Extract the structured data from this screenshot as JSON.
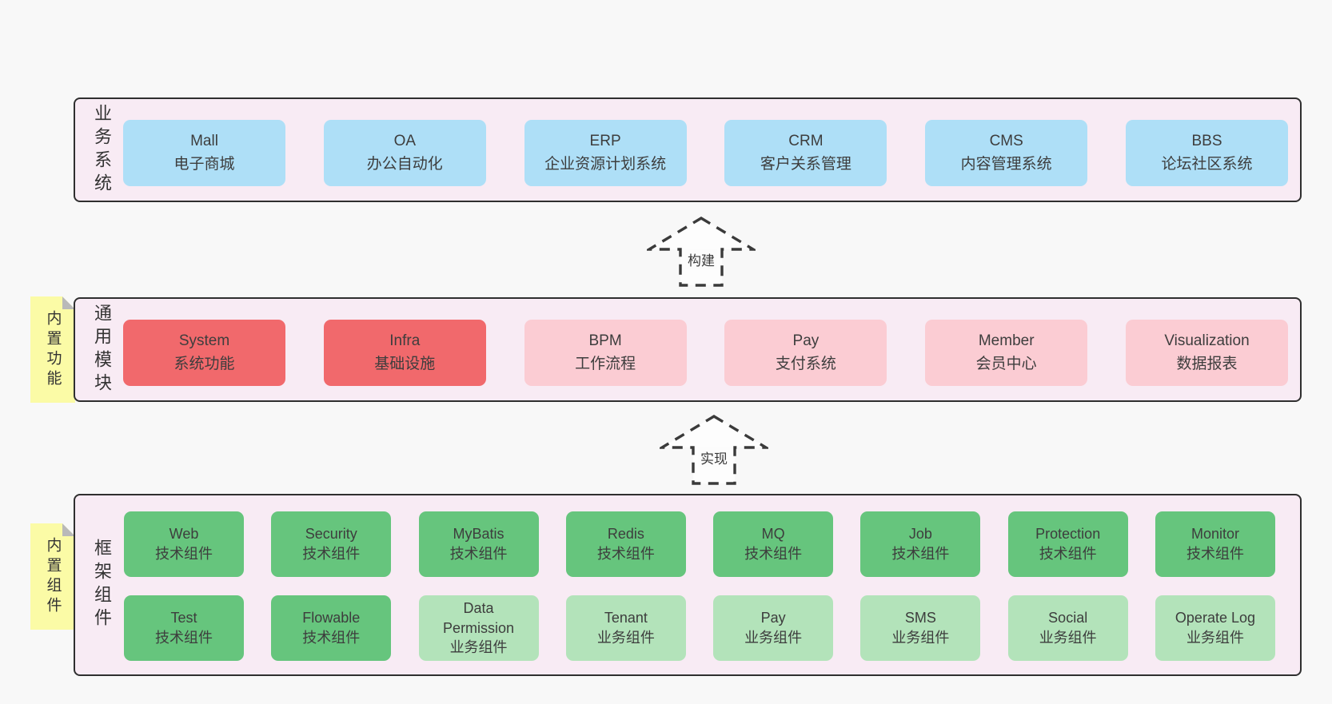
{
  "colors": {
    "page_bg": "#f8f8f8",
    "band_bg": "#f8ebf4",
    "band_border": "#2f2f2f",
    "blue_box": "#aedff7",
    "red_box": "#f1696c",
    "pink_box": "#fbccd3",
    "green_box": "#66c57d",
    "green_light_box": "#b3e3ba",
    "sticky_yellow": "#fbfba6",
    "text": "#3d3d3d"
  },
  "band1": {
    "label": "业务系统",
    "boxes": [
      {
        "title": "Mall",
        "subtitle": "电子商城",
        "variant": "blue"
      },
      {
        "title": "OA",
        "subtitle": "办公自动化",
        "variant": "blue"
      },
      {
        "title": "ERP",
        "subtitle": "企业资源计划系统",
        "variant": "blue"
      },
      {
        "title": "CRM",
        "subtitle": "客户关系管理",
        "variant": "blue"
      },
      {
        "title": "CMS",
        "subtitle": "内容管理系统",
        "variant": "blue"
      },
      {
        "title": "BBS",
        "subtitle": "论坛社区系统",
        "variant": "blue"
      }
    ]
  },
  "arrow1": {
    "label": "构建"
  },
  "band2": {
    "label": "通用模块",
    "sticky": "内置功能",
    "boxes": [
      {
        "title": "System",
        "subtitle": "系统功能",
        "variant": "red"
      },
      {
        "title": "Infra",
        "subtitle": "基础设施",
        "variant": "red"
      },
      {
        "title": "BPM",
        "subtitle": "工作流程",
        "variant": "pink"
      },
      {
        "title": "Pay",
        "subtitle": "支付系统",
        "variant": "pink"
      },
      {
        "title": "Member",
        "subtitle": "会员中心",
        "variant": "pink"
      },
      {
        "title": "Visualization",
        "subtitle": "数据报表",
        "variant": "pink"
      }
    ]
  },
  "arrow2": {
    "label": "实现"
  },
  "band3": {
    "label": "框架组件",
    "sticky": "内置组件",
    "row1": [
      {
        "title": "Web",
        "subtitle": "技术组件",
        "variant": "green"
      },
      {
        "title": "Security",
        "subtitle": "技术组件",
        "variant": "green"
      },
      {
        "title": "MyBatis",
        "subtitle": "技术组件",
        "variant": "green"
      },
      {
        "title": "Redis",
        "subtitle": "技术组件",
        "variant": "green"
      },
      {
        "title": "MQ",
        "subtitle": "技术组件",
        "variant": "green"
      },
      {
        "title": "Job",
        "subtitle": "技术组件",
        "variant": "green"
      },
      {
        "title": "Protection",
        "subtitle": "技术组件",
        "variant": "green"
      },
      {
        "title": "Monitor",
        "subtitle": "技术组件",
        "variant": "green"
      }
    ],
    "row2": [
      {
        "title": "Test",
        "subtitle": "技术组件",
        "variant": "green"
      },
      {
        "title": "Flowable",
        "subtitle": "技术组件",
        "variant": "green"
      },
      {
        "title": "Data Permission",
        "subtitle": "业务组件",
        "variant": "greenlight"
      },
      {
        "title": "Tenant",
        "subtitle": "业务组件",
        "variant": "greenlight"
      },
      {
        "title": "Pay",
        "subtitle": "业务组件",
        "variant": "greenlight"
      },
      {
        "title": "SMS",
        "subtitle": "业务组件",
        "variant": "greenlight"
      },
      {
        "title": "Social",
        "subtitle": "业务组件",
        "variant": "greenlight"
      },
      {
        "title": "Operate Log",
        "subtitle": "业务组件",
        "variant": "greenlight"
      }
    ]
  }
}
